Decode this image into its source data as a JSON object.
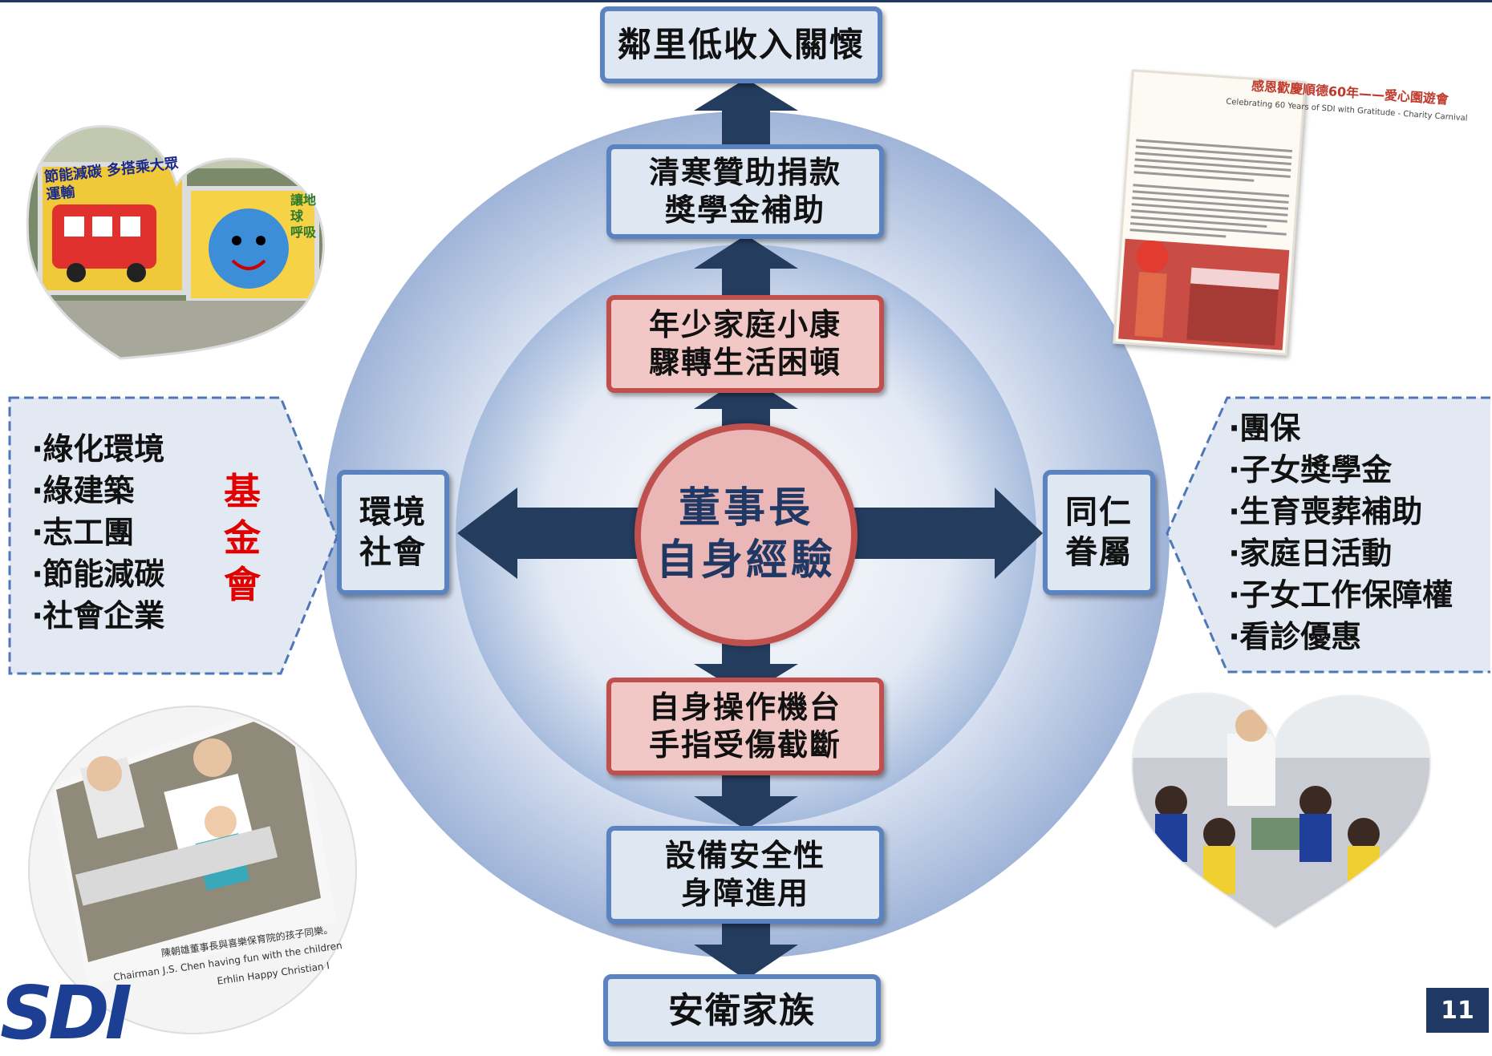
{
  "center": {
    "line1": "董事長",
    "line2": "自身經驗"
  },
  "top_outer": "鄰里低收入關懷",
  "top_mid": {
    "line1": "清寒贊助捐款",
    "line2": "獎學金補助"
  },
  "top_inner": {
    "line1": "年少家庭小康",
    "line2": "驟轉生活困頓"
  },
  "bottom_inner": {
    "line1": "自身操作機台",
    "line2": "手指受傷截斷"
  },
  "bottom_mid": {
    "line1": "設備安全性",
    "line2": "身障進用"
  },
  "bottom_outer": "安衛家族",
  "left_node": {
    "line1": "環境",
    "line2": "社會"
  },
  "right_node": {
    "line1": "同仁",
    "line2": "眷屬"
  },
  "left_list": [
    "‧綠化環境",
    "‧綠建築",
    "‧志工團",
    "‧節能減碳",
    "‧社會企業"
  ],
  "fund_chars": [
    "基",
    "金",
    "會"
  ],
  "right_list": [
    "‧團保",
    "‧子女獎學金",
    "‧生育喪葬補助",
    "‧家庭日活動",
    "‧子女工作保障權",
    "‧看診優惠"
  ],
  "photo_mural": {
    "sign_text": "節能減碳 多搭乘大眾運輸",
    "mural_text": "讓地球 呼吸"
  },
  "photo_doc": {
    "title_cn": "感恩歡慶順德60年——愛心園遊會",
    "title_en": "Celebrating 60 Years of SDI with Gratitude - Charity Carnival"
  },
  "photo_chairman": {
    "caption_cn": "陳朝雄董事長與喜樂保育院的孩子同樂。",
    "caption_en1": "Chairman J.S. Chen having fun with the children",
    "caption_en2": "Erhlin Happy Christian I"
  },
  "logo": "SDI",
  "page_number": "11",
  "colors": {
    "navy": "#1f3864",
    "box_border": "#5b83c0",
    "red_border": "#c0504d",
    "fund_red": "#e00000"
  }
}
